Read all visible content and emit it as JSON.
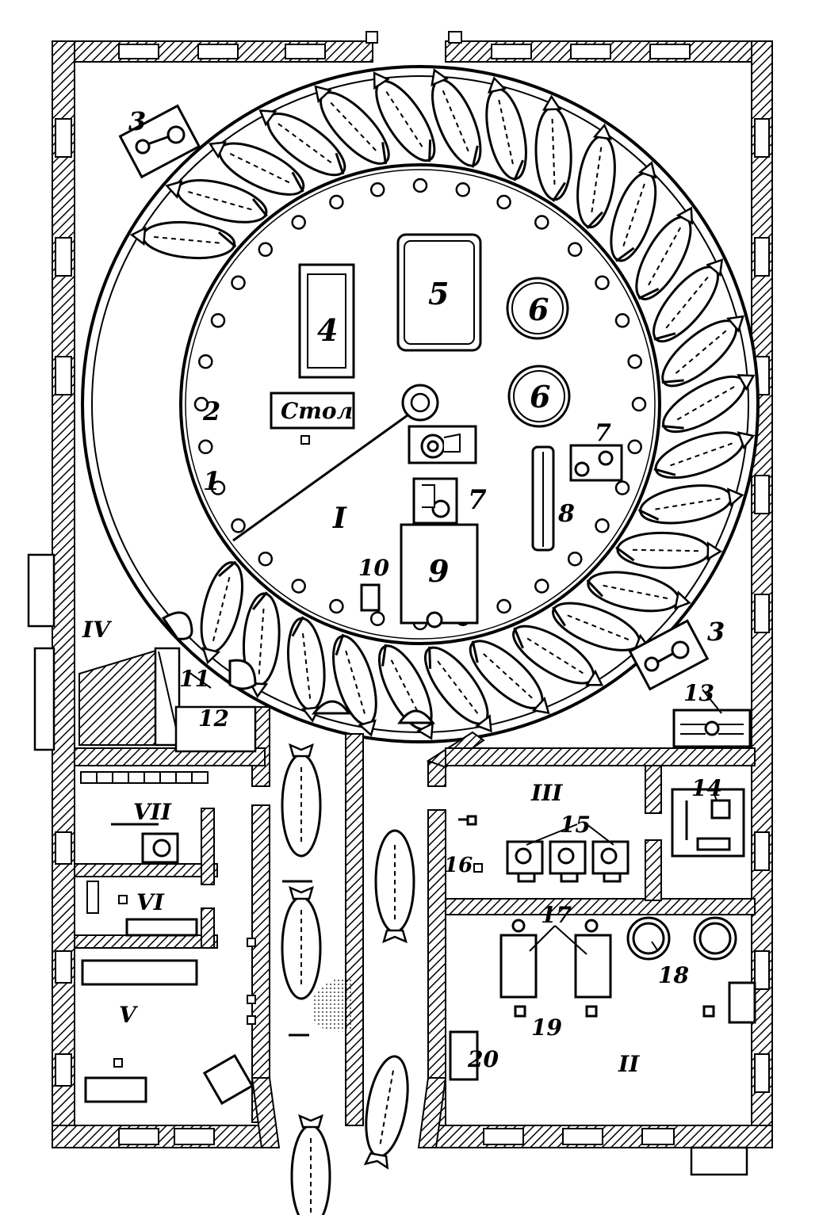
{
  "labels": {
    "n1": "1",
    "n2": "2",
    "n3a": "3",
    "n3b": "3",
    "n4": "4",
    "n5": "5",
    "n6a": "6",
    "n6b": "6",
    "n7a": "7",
    "n7b": "7",
    "n8": "8",
    "n9": "9",
    "n10": "10",
    "n11": "11",
    "n12": "12",
    "n13": "13",
    "n14": "14",
    "n15": "15",
    "n16": "16",
    "n17": "17",
    "n18": "18",
    "n19": "19",
    "n20": "20",
    "table": "Стол",
    "roomI": "I",
    "roomII": "II",
    "roomIII": "III",
    "roomIV": "IV",
    "roomV": "V",
    "roomVI": "VI",
    "roomVII": "VII"
  },
  "platform": {
    "cow_stalls": 30
  },
  "colors": {
    "ink": "#000000",
    "paper": "#ffffff"
  }
}
